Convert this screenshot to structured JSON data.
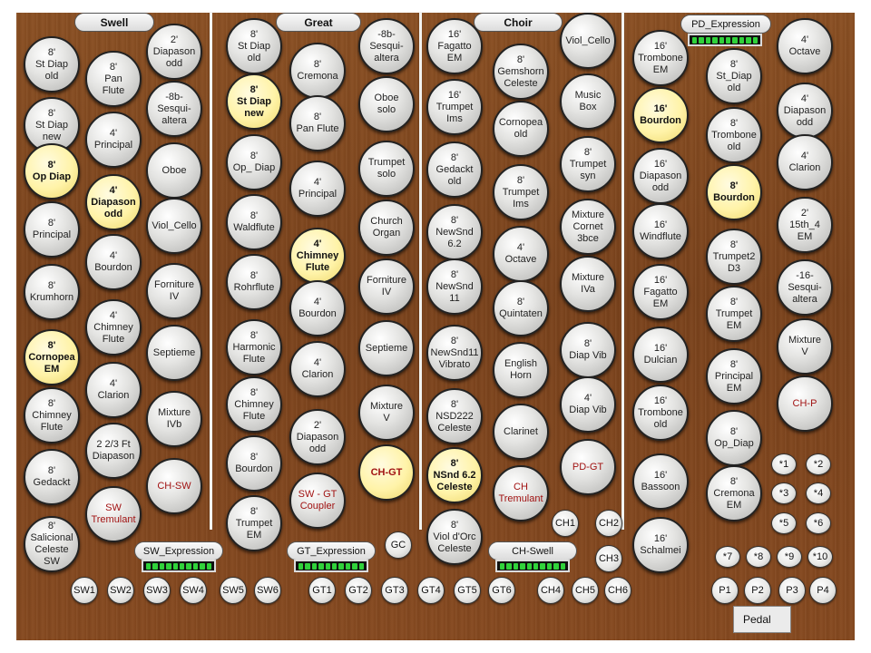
{
  "headers": {
    "swell": "Swell",
    "great": "Great",
    "choir": "Choir",
    "pd_expression": "PD_Expression"
  },
  "expressions": {
    "sw": "SW_Expression",
    "gt": "GT_Expression",
    "ch": "CH-Swell"
  },
  "meter_level": 1.0,
  "stops": {
    "swell_col1": [
      "8'\nSt Diap\nold",
      "8'\nSt Diap\nnew",
      "8'\nOp Diap",
      "8'\nPrincipal",
      "8'\nKrumhorn",
      "8'\nCornopea\nEM",
      "8'\nChimney\nFlute",
      "8'\nGedackt",
      "8'\nSalicional\nCeleste\nSW"
    ],
    "swell_col2": [
      "8'\nPan\nFlute",
      "4'\nPrincipal",
      "4'\nDiapason\nodd",
      "4'\nBourdon",
      "4'\nChimney\nFlute",
      "4'\nClarion",
      "2 2/3 Ft\nDiapason",
      "SW\nTremulant"
    ],
    "swell_col3": [
      "2'\nDiapason\nodd",
      "-8b-\nSesqui-\naltera",
      "Oboe",
      "Viol_Cello",
      "Forniture\nIV",
      "Septieme",
      "Mixture\nIVb",
      "CH-SW"
    ],
    "great_col1": [
      "8'\nSt Diap\nold",
      "8'\nSt Diap\nnew",
      "8'\nOp_ Diap",
      "8'\nWaldflute",
      "8'\nRohrflute",
      "8'\nHarmonic\nFlute",
      "8'\nChimney\nFlute",
      "8'\nBourdon",
      "8'\nTrumpet\nEM"
    ],
    "great_col2": [
      "8'\nCremona",
      "8'\nPan Flute",
      "4'\nPrincipal",
      "4'\nChimney\nFlute",
      "4'\nBourdon",
      "4'\nClarion",
      "2'\nDiapason\nodd",
      "SW - GT\nCoupler"
    ],
    "great_col3": [
      "-8b-\nSesqui-\naltera",
      "Oboe\nsolo",
      "Trumpet\nsolo",
      "Church\nOrgan",
      "Forniture\nIV",
      "Septieme",
      "Mixture\nV",
      "CH-GT"
    ],
    "choir_col1": [
      "16'\nFagatto\nEM",
      "16'\nTrumpet\nIms",
      "8'\nGedackt\nold",
      "8'\nNewSnd\n6.2",
      "8'\nNewSnd\n11",
      "8'\nNewSnd11\nVibrato",
      "8'\nNSD222\nCeleste",
      "8'\nNSnd 6.2\nCeleste",
      "8'\nViol d'Orc\nCeleste"
    ],
    "choir_col2": [
      "8'\nGemshorn\nCeleste",
      "Cornopea\nold",
      "8'\nTrumpet\nIms",
      "4'\nOctave",
      "8'\nQuintaten",
      "English\nHorn",
      "Clarinet",
      "CH\nTremulant"
    ],
    "choir_col3": [
      "Viol_Cello",
      "Music\nBox",
      "8'\nTrumpet\nsyn",
      "Mixture\nCornet\n3bce",
      "Mixture\nIVa",
      "8'\nDiap Vib",
      "4'\nDiap Vib",
      "PD-GT"
    ],
    "pedal_col1": [
      "16'\nTrombone\nEM",
      "16'\nBourdon",
      "16'\nDiapason\nodd",
      "16'\nWindflute",
      "16'\nFagatto\nEM",
      "16'\nDulcian",
      "16'\nTrombone\nold",
      "16'\nBassoon",
      "16'\nSchalmei"
    ],
    "pedal_col2": [
      "8'\nSt_Diap\nold",
      "8'\nTrombone\nold",
      "8'\nBourdon",
      "8'\nTrumpet2\nD3",
      "8'\nTrumpet\nEM",
      "8'\nPrincipal\nEM",
      "8'\nOp_Diap",
      "8'\nCremona\nEM"
    ],
    "pedal_col3": [
      "4'\nOctave",
      "4'\nDiapason\nodd",
      "4'\nClarion",
      "2'\n15th_4\nEM",
      "-16-\nSesqui-\naltera",
      "Mixture\nV",
      "CH-P"
    ]
  },
  "small_buttons": {
    "gc": "GC",
    "ch1": "CH1",
    "ch2": "CH2",
    "ch3": "CH3",
    "star_row1": [
      "*1",
      "*2"
    ],
    "star_row2": [
      "*3",
      "*4"
    ],
    "star_row3": [
      "*5",
      "*6"
    ],
    "star_row4": [
      "*7",
      "*8",
      "*9",
      "*10"
    ],
    "pistons_sw": [
      "SW1",
      "SW2",
      "SW3",
      "SW4",
      "SW5",
      "SW6"
    ],
    "pistons_gt": [
      "GT1",
      "GT2",
      "GT3",
      "GT4",
      "GT5",
      "GT6"
    ],
    "pistons_ch": [
      "CH4",
      "CH5",
      "CH6"
    ],
    "pistons_p": [
      "P1",
      "P2",
      "P3",
      "P4"
    ]
  },
  "pedal_label": "Pedal",
  "colors": {
    "active": "#fff3a8",
    "coupler_text": "#a11313",
    "meter": "#30d23a",
    "wood": "#7f461e"
  }
}
